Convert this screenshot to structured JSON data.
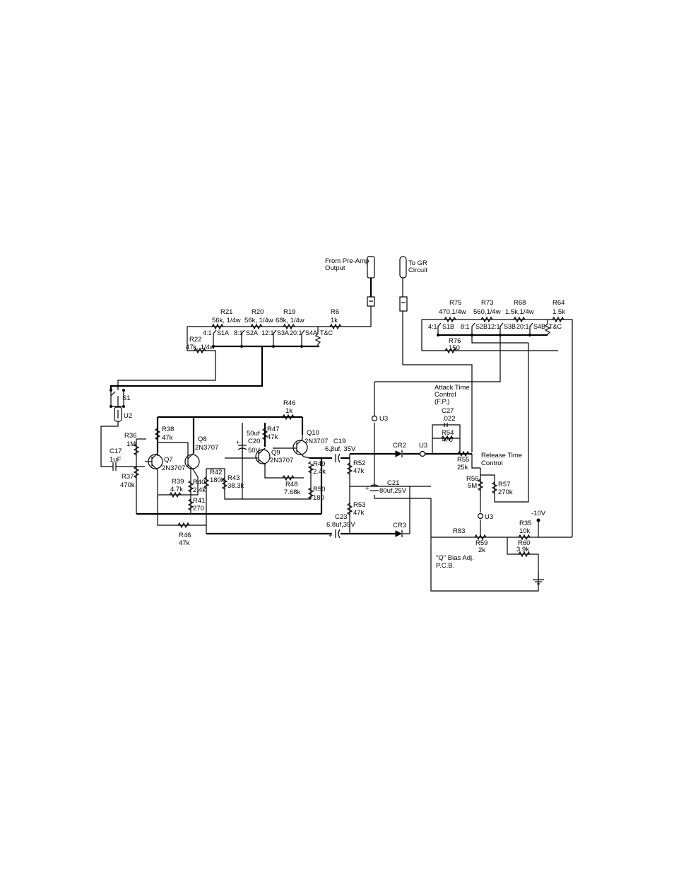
{
  "labels": {
    "from_preamp_1": "From Pre-Amp",
    "from_preamp_2": "Output",
    "to_gr_1": "To GR",
    "to_gr_2": "Circuit",
    "r21": "R21",
    "r21v": "56k, 1/4w",
    "r20": "R20",
    "r20v": "56k, 1/4w",
    "r19": "R19",
    "r19v": "68k, 1/4w",
    "r6": "R6",
    "r6v": "1k",
    "r22": "R22",
    "r22v": "47k, 1/4w",
    "r41_1": "4:1",
    "s1a": "S1A",
    "r81_1": "8:1",
    "s2a": "S2A",
    "r121_1": "12:1",
    "s3a": "S3A",
    "r201_1": "20:1",
    "s4a": "S4A",
    "tc1": "T&C",
    "r75": "R75",
    "r75v": "470,1/4w",
    "r73": "R73",
    "r73v": "560,1/4w",
    "r68": "R68",
    "r68v": "1.5k,1/4w",
    "r64": "R64",
    "r64v": "1.5k",
    "r41_2": "4:1",
    "s1b": "S1B",
    "r81_2": "8:1",
    "s2b": "S2B",
    "r121_2": "12:1",
    "s3b": "S3B",
    "r201_2": "20:1",
    "s4b": "S4B",
    "tc2": "T&C",
    "r76": "R76",
    "r76v": "150",
    "s1": "S1",
    "u2": "U2",
    "r36": "R36",
    "r36v": "1M",
    "c17": "C17",
    "c17v": "1uF",
    "r37": "R37",
    "r37v": "470k",
    "q7": "Q7",
    "q7v": "2N3707",
    "r38": "R38",
    "r38v": "47k",
    "q8": "Q8",
    "q8v": "2N3707",
    "r39": "R39",
    "r39v": "4.7k",
    "r40": "R40",
    "r40v": "2.4k",
    "r41": "R41",
    "r41v": "270",
    "r42": "R42",
    "r42v": "180k",
    "r43": "R43",
    "r43v": "38.3k",
    "c20": "C20",
    "c20v1": "50uf",
    "c20v2": "50V",
    "r46a": "R46",
    "r46av": "1k",
    "r47": "R47",
    "r47v": "47k",
    "q9": "Q9",
    "q9v": "2N3707",
    "q10": "Q10",
    "q10v": "2N3707",
    "r48": "R48",
    "r48v": "7.68k",
    "r49": "R49",
    "r49v": "2.4k",
    "r50": "R50",
    "r50v": "180",
    "r46b": "R46",
    "r46bv": "47k",
    "c19": "C19",
    "c19v": "6.8uf, 35V",
    "r52": "R52",
    "r52v": "47k",
    "u3a": "U3",
    "c21": "C21",
    "c21v": "80uf,25V",
    "r53": "R53",
    "r53v": "47k",
    "c23": "C23",
    "c23v": "6.8uf,35V",
    "cr2": "CR2",
    "cr3": "CR3",
    "u3b": "U3",
    "attack_1": "Attack Time",
    "attack_2": "Control",
    "attack_3": "(F.P.)",
    "c27": "C27",
    "c27v": ".022",
    "r54": "R54",
    "r54v": "470",
    "r55": "R55",
    "r55v": "25k",
    "release_1": "Release Time",
    "release_2": "Control",
    "r56": "R56",
    "r56v": "5M",
    "r57": "R57",
    "r57v": "270k",
    "u3c": "U3",
    "neg10v": "-10V",
    "r83": "R83",
    "r35": "R35",
    "r35v": "10k",
    "r59": "R59",
    "r59v": "2k",
    "r60": "R60",
    "r60v": "3.9k",
    "qbias_1": "\"Q\" Bias Adj.",
    "qbias_2": "P.C.B."
  }
}
